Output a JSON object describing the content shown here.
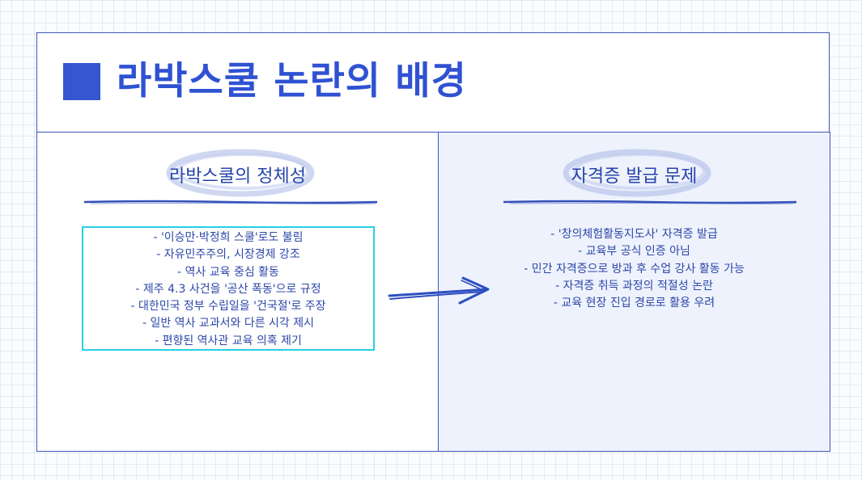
{
  "title": "라박스쿨 논란의 배경",
  "theme": {
    "accent": "#2f52d2",
    "text": "#2c47a8",
    "panel_right_bg": "#eef2fc",
    "highlight_border": "#27d0e3"
  },
  "left_panel": {
    "heading": "라박스쿨의 정체성",
    "items": [
      "- '이승만·박정희 스쿨'로도 불림",
      "- 자유민주주의, 시장경제 강조",
      "- 역사 교육 중심 활동",
      "- 제주 4.3 사건을 '공산 폭동'으로 규정",
      "- 대한민국 정부 수립일을 '건국절'로 주장",
      "- 일반 역사 교과서와 다른 시각 제시",
      "- 편향된 역사관 교육 의혹 제기"
    ]
  },
  "right_panel": {
    "heading": "자격증 발급 문제",
    "items": [
      "- '창의체험활동지도사' 자격증 발급",
      "- 교육부 공식 인증 아님",
      "- 민간 자격증으로 방과 후 수업 강사 활동 가능",
      "- 자격증 취득 과정의 적절성 논란",
      "- 교육 현장 진입 경로로 활용 우려"
    ]
  },
  "icons": {
    "arrow": "right-arrow-icon",
    "title_marker": "square-icon"
  }
}
